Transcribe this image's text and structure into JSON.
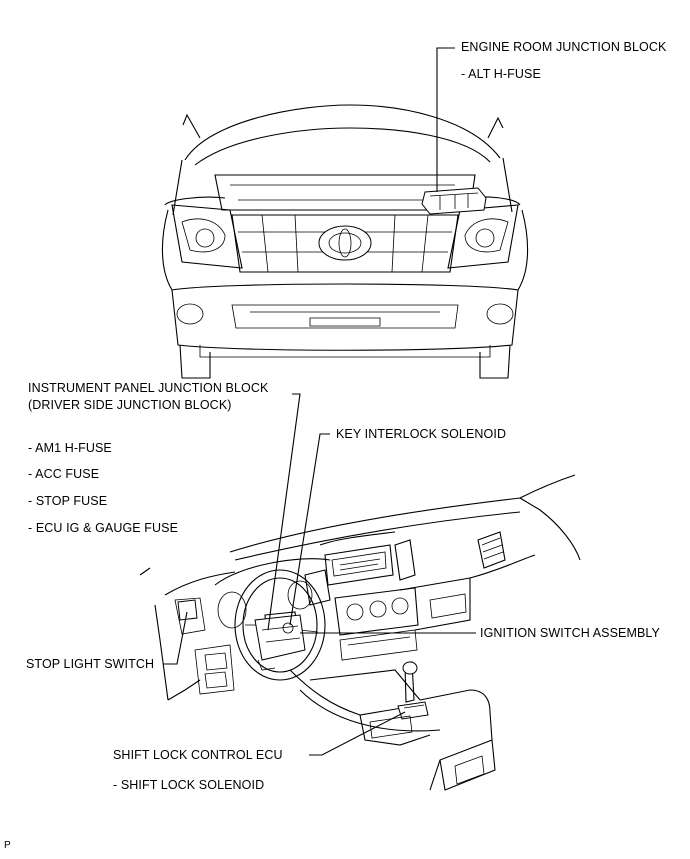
{
  "labels": {
    "engine_room_jb": "ENGINE ROOM JUNCTION BLOCK",
    "alt_fuse": "- ALT H-FUSE",
    "instrument_panel_jb": "INSTRUMENT PANEL JUNCTION BLOCK",
    "driver_side_jb": "(DRIVER SIDE JUNCTION BLOCK)",
    "am1_fuse": "- AM1 H-FUSE",
    "acc_fuse": "- ACC FUSE",
    "stop_fuse": "- STOP FUSE",
    "ecu_ig_fuse": "- ECU IG & GAUGE FUSE",
    "key_interlock": "KEY INTERLOCK SOLENOID",
    "ignition_switch": "IGNITION SWITCH ASSEMBLY",
    "stop_light_switch": "STOP LIGHT SWITCH",
    "shift_lock_ecu": "SHIFT LOCK CONTROL ECU",
    "shift_lock_solenoid": "- SHIFT LOCK SOLENOID",
    "corner_mark": "P"
  }
}
